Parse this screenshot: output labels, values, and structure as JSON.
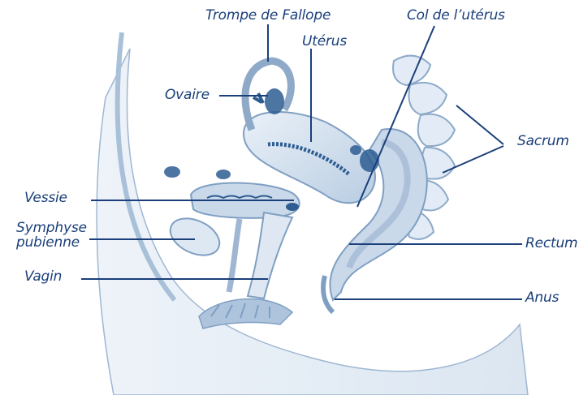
{
  "labels": {
    "trompe": "Trompe de Fallope",
    "col": "Col de l’utérus",
    "uterus": "Utérus",
    "ovaire": "Ovaire",
    "sacrum": "Sacrum",
    "vessie": "Vessie",
    "symphyse_line1": "Symphyse",
    "symphyse_line2": "pubienne",
    "rectum": "Rectum",
    "vagin": "Vagin",
    "anus": "Anus"
  },
  "colors": {
    "label_text": "#1a3f7a",
    "leader_line": "#1a3f7a",
    "tissue_light": "#dbe6f1",
    "tissue_mid": "#b9cde2",
    "tissue_dark": "#8eaac8",
    "tissue_accent": "#2d5d92"
  }
}
